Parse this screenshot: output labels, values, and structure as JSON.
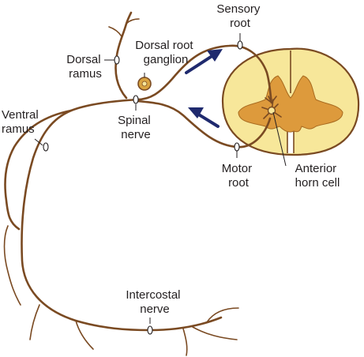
{
  "labels": {
    "sensory_root": [
      "Sensory",
      "root"
    ],
    "dorsal_root_ganglion": [
      "Dorsal root",
      "ganglion"
    ],
    "dorsal_ramus": [
      "Dorsal",
      "ramus"
    ],
    "ventral_ramus": [
      "Ventral",
      "ramus"
    ],
    "spinal_nerve": [
      "Spinal",
      "nerve"
    ],
    "motor_root": [
      "Motor",
      "root"
    ],
    "anterior_horn_cell": [
      "Anterior",
      "horn cell"
    ],
    "intercostal_nerve": [
      "Intercostal",
      "nerve"
    ]
  },
  "colors": {
    "nerve": "#7a4a22",
    "white_matter": "#f7e79a",
    "grey_matter": "#dd9a3c",
    "arrow": "#1f2a6e",
    "ganglion": "#d9a441"
  }
}
